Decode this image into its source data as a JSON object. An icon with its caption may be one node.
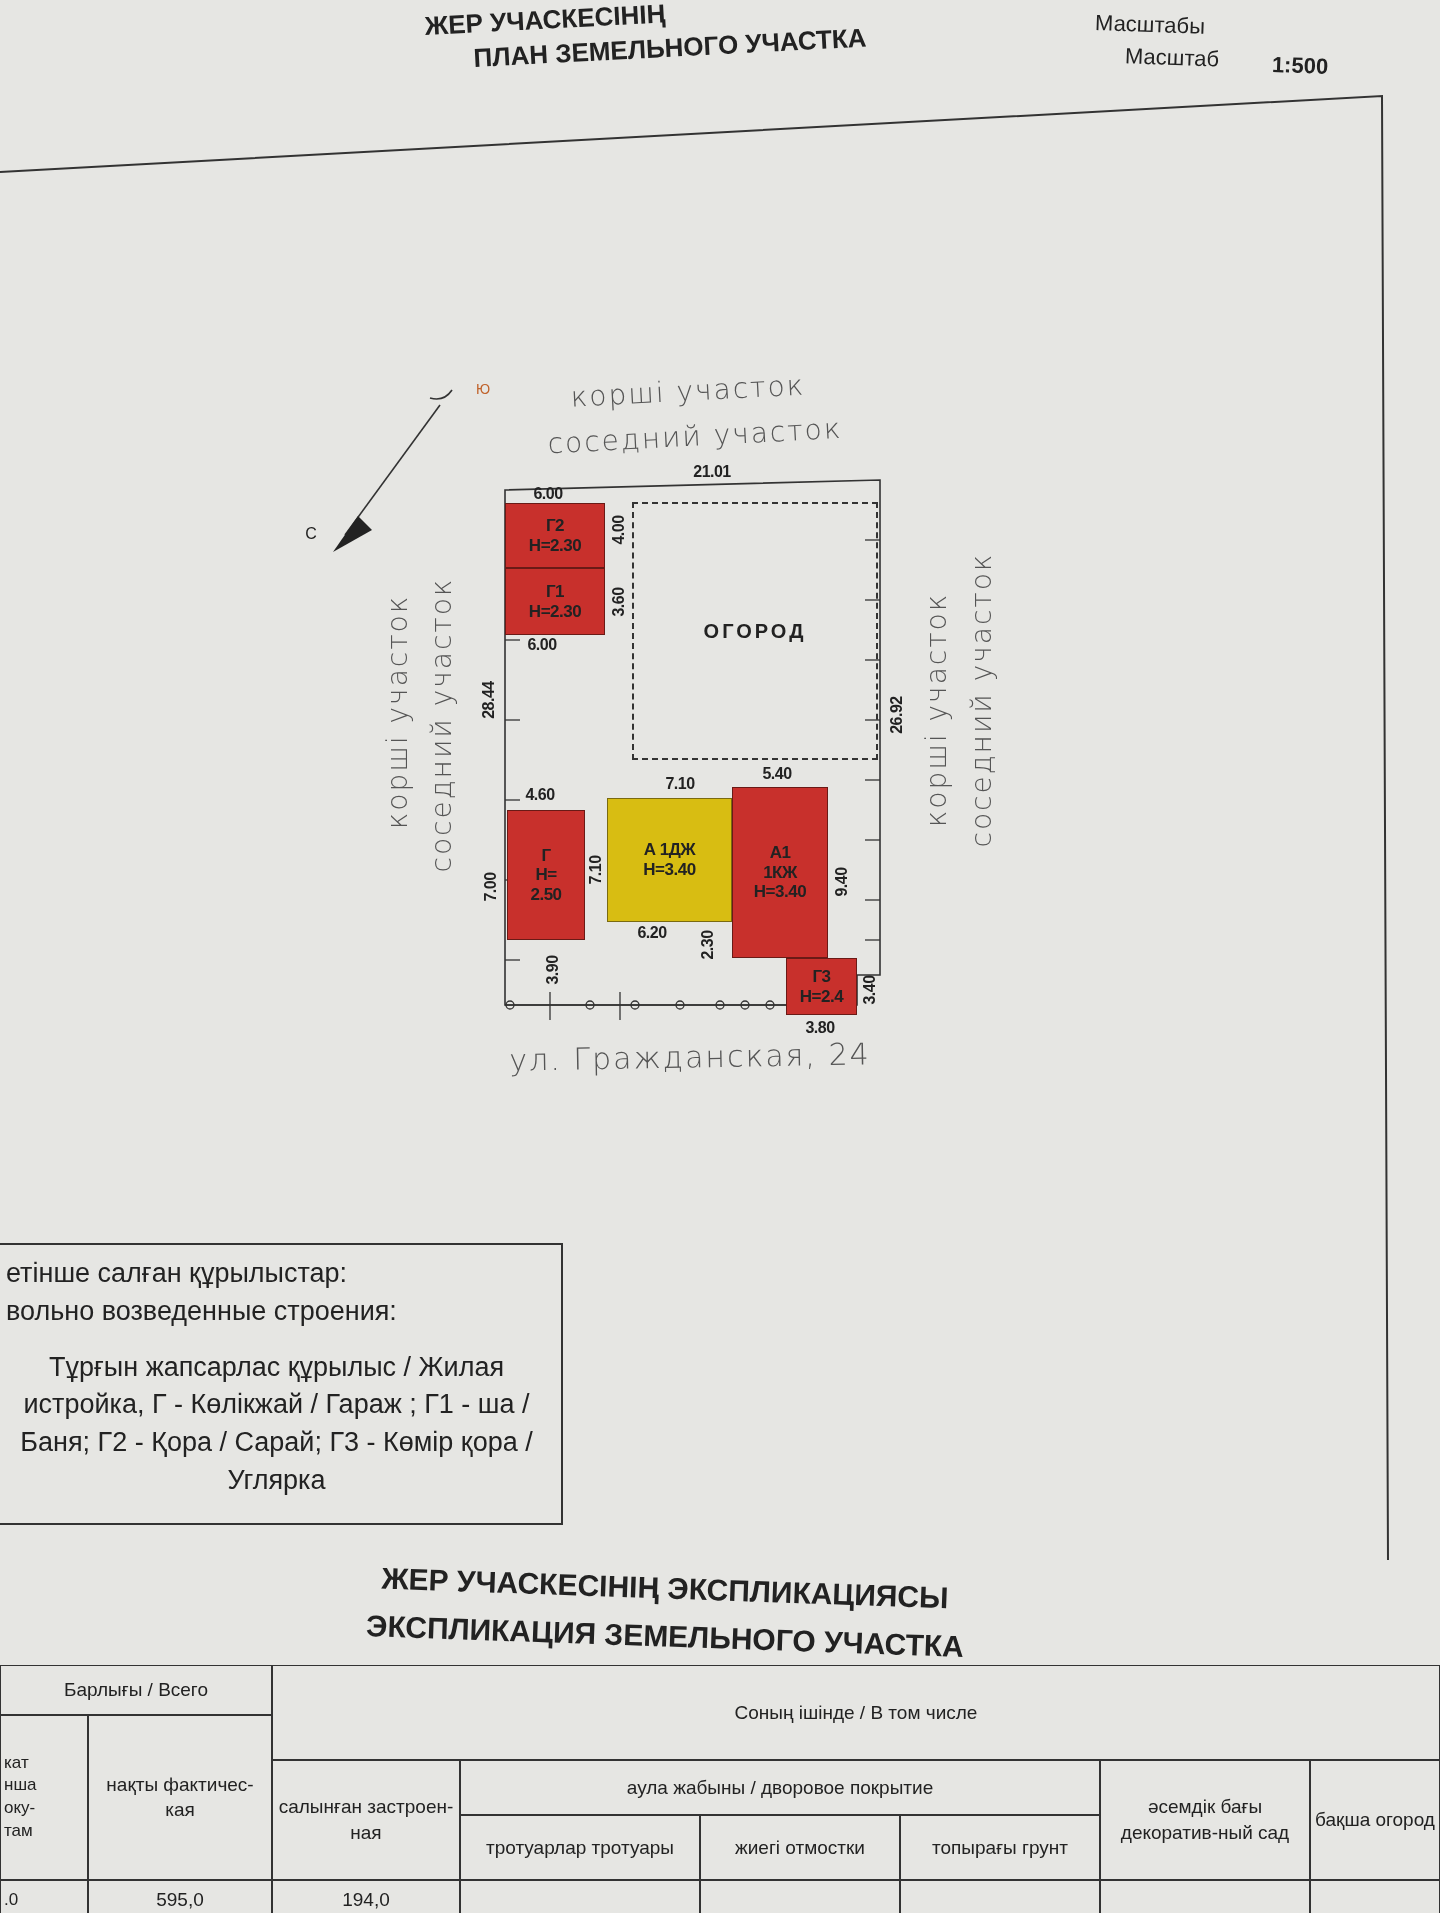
{
  "diagram": {
    "title": "ПЛАН ЗЕМЕЛЬНОГО УЧАСТКА",
    "nodes": [
      {
        "text": [
          "Г2 H=2.30"
        ]
      },
      {
        "text": [
          "Г1 H=2.30"
        ]
      },
      {
        "text": [
          "ОГОРОД"
        ]
      },
      {
        "text": [
          "Г H= 2.50"
        ]
      },
      {
        "text": [
          "А 1ДЖ H=3.40"
        ]
      },
      {
        "text": [
          "А1 1КЖ H=3.40"
        ]
      },
      {
        "text": [
          "Г3 H=2.4"
        ]
      },
      {
        "text": [
          "етінше салған құрылыстар:",
          "вольно возведенные строения:",
          "Тұрғын жапсарлас құрылыс / Жилая истройка, Г - Көлікжай / Гараж ;   Г1 - ша / Баня; Г2 - Қора / Сарай; Г3 - Көмір қора / Углярка"
        ]
      }
    ],
    "edges": [],
    "labels": [
      "ЖЕР УЧАСКЕСІНІҢ",
      "Масштабы",
      "Масштаб",
      "1:500",
      "Ю",
      "корші участок",
      "соседний участок",
      "С",
      "21.01",
      "6.00",
      "4.00",
      "3.60",
      "6.00",
      "корші участок",
      "соседний участок",
      "28.44",
      "26.92",
      "корші участок",
      "соседний участок",
      "4.60",
      "7.10",
      "5.40",
      "7.00",
      "7.10",
      "6.20",
      "2.30",
      "9.40",
      "3.90",
      "3.40",
      "3.80",
      "ул. Гражданская, 24",
      "ЖЕР УЧАСКЕСІНІҢ ЭКСПЛИКАЦИЯСЫ",
      "ЭКСПЛИКАЦИЯ ЗЕМЕЛЬНОГО УЧАСТКА",
      "Барлығы / Всего",
      "Соның ішінде / В том числе",
      "кат нша оку- там",
      "нақты фактичес-кая",
      "салынған застроен-ная",
      "аула жабыны / дворовое покрытие",
      "әсемдік бағы декоратив-ный сад",
      "бақша огород",
      "тротуарлар тротуары",
      "жиегі отмостки",
      "топырағы грунт",
      ".0",
      "595,0",
      "194,0"
    ]
  }
}
